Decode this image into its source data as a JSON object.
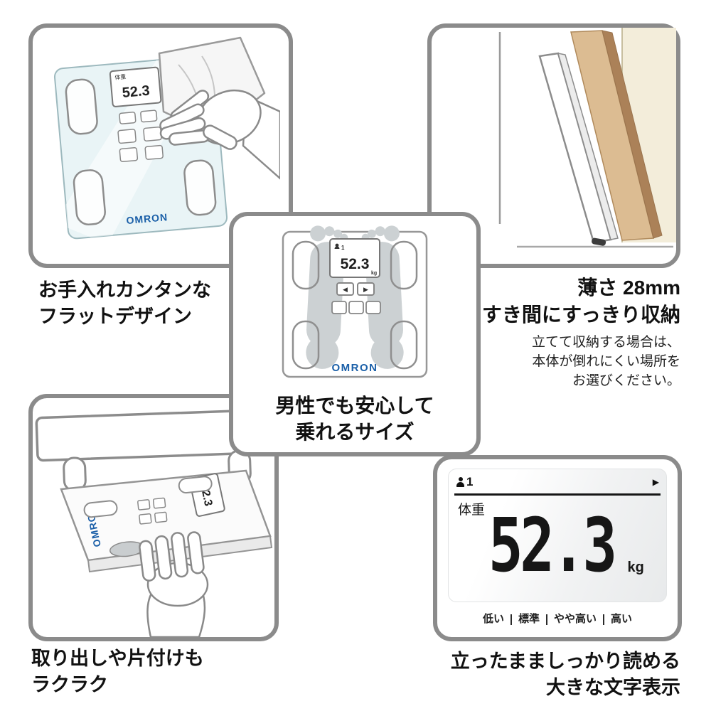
{
  "brand": {
    "name": "OMRON",
    "color": "#1a5fa8"
  },
  "scale_ui": {
    "display_label": "体重",
    "display_value": "52.3",
    "display_unit": "kg",
    "user_no": "1",
    "arrow_left": "◀",
    "arrow_right": "▶"
  },
  "panels": {
    "clean": {
      "caption": [
        "お手入れカンタンな",
        "フラットデザイン"
      ]
    },
    "storage": {
      "caption": [
        "薄さ 28mm",
        "すき間にすっきり収納"
      ],
      "note": [
        "立てて収納する場合は、",
        "本体が倒れにくい場所を",
        "お選びください。"
      ]
    },
    "size": {
      "caption": [
        "男性でも安心して",
        "乗れるサイズ"
      ]
    },
    "retrieve": {
      "caption": [
        "取り出しや片付けも",
        "ラクラク"
      ]
    },
    "display": {
      "caption": [
        "立ったまましっかり読める",
        "大きな文字表示"
      ],
      "user_no": "1",
      "indicator_arrow": "▶",
      "weight_label": "体重",
      "weight_value": "52.3",
      "weight_unit": "kg",
      "range_labels": [
        "低い",
        "標準",
        "やや高い",
        "高い"
      ]
    }
  }
}
